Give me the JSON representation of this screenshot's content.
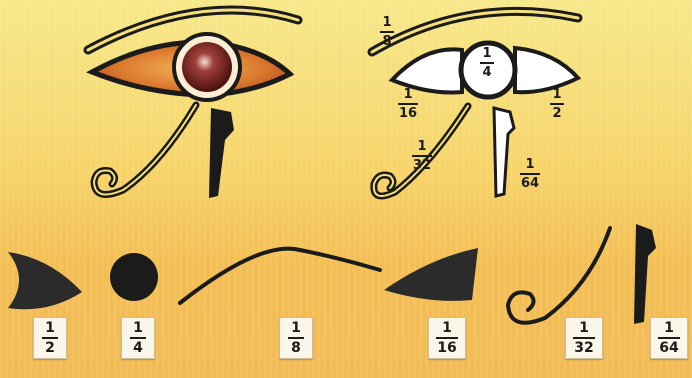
{
  "labels": {
    "right_eye": {
      "eyebrow": {
        "num": "1",
        "den": "8"
      },
      "pupil": {
        "num": "1",
        "den": "4"
      },
      "left_corner": {
        "num": "1",
        "den": "16"
      },
      "right_corner": {
        "num": "1",
        "den": "2"
      },
      "spiral": {
        "num": "1",
        "den": "32"
      },
      "teardrop": {
        "num": "1",
        "den": "64"
      }
    },
    "parts": [
      {
        "num": "1",
        "den": "2"
      },
      {
        "num": "1",
        "den": "4"
      },
      {
        "num": "1",
        "den": "8"
      },
      {
        "num": "1",
        "den": "16"
      },
      {
        "num": "1",
        "den": "32"
      },
      {
        "num": "1",
        "den": "64"
      }
    ]
  },
  "colors": {
    "ink": "#1b1b1b",
    "iris": "#d36a27",
    "pupil": "#5b1410",
    "white_part": "#ffffff"
  }
}
